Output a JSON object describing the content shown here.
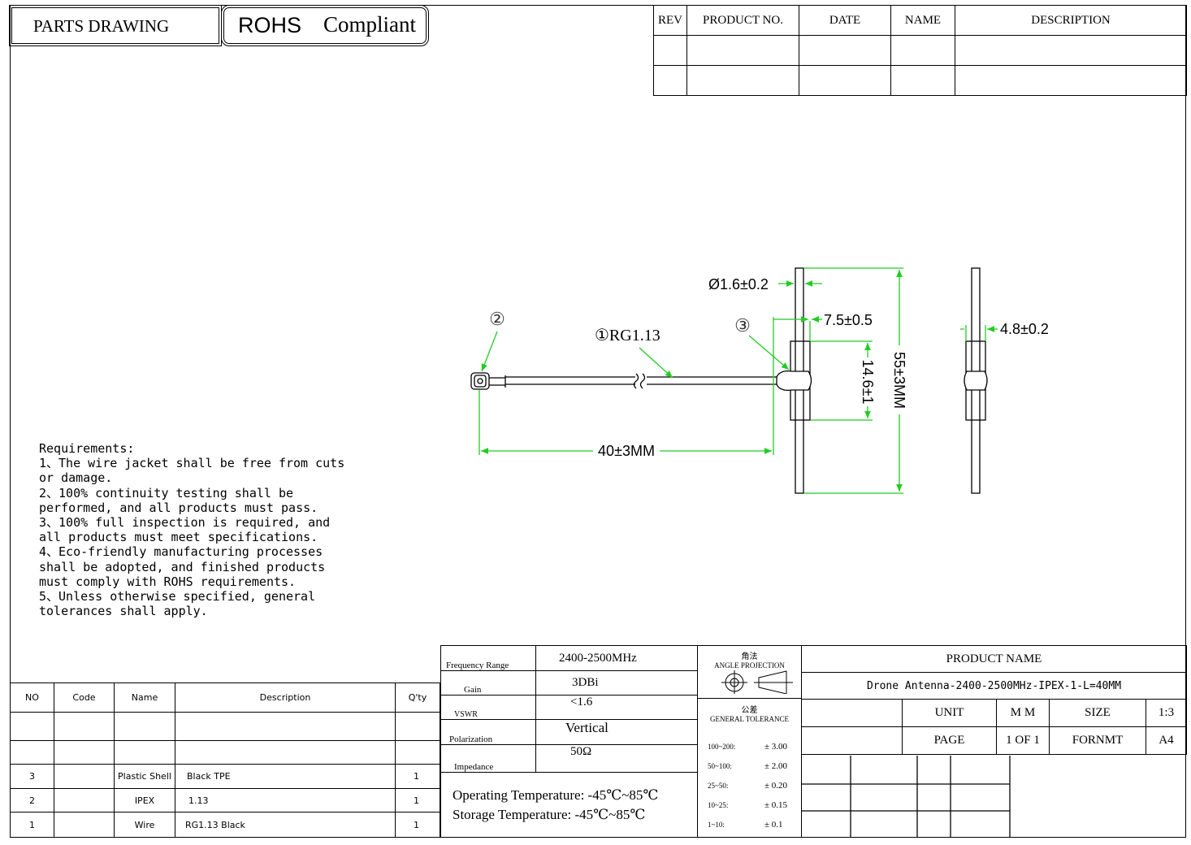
{
  "header": {
    "parts_drawing": "PARTS DRAWING",
    "rohs": "ROHS",
    "compliant": "Compliant"
  },
  "revision_table": {
    "headers": [
      "REV",
      "PRODUCT NO.",
      "DATE",
      "NAME",
      "DESCRIPTION"
    ],
    "rows": [
      [
        "",
        "",
        "",
        "",
        ""
      ],
      [
        "",
        "",
        "",
        "",
        ""
      ]
    ]
  },
  "drawing": {
    "callout_wire": "①RG1.13",
    "callout_ipex": "②",
    "callout_shell": "③",
    "dim_diameter": "Ø1.6±0.2",
    "dim_shell_width": "7.5±0.5",
    "dim_shell_length": "14.6±1",
    "dim_total_length": "55±3MM",
    "dim_cable_length": "40±3MM",
    "dim_side_width": "4.8±0.2"
  },
  "requirements": {
    "text": "Requirements:\n1、The wire jacket shall be free from cuts or damage.\n2、100% continuity testing shall be performed, and all products must pass.\n3、100% full inspection is required, and all products must meet specifications.\n4、Eco-friendly manufacturing processes shall be adopted, and finished products must comply with ROHS requirements.\n5、Unless otherwise specified, general tolerances shall apply."
  },
  "bom": {
    "headers": [
      "NO",
      "Code",
      "Name",
      "Description",
      "Q'ty"
    ],
    "rows": [
      {
        "no": "",
        "code": "",
        "name": "",
        "desc": "",
        "qty": ""
      },
      {
        "no": "",
        "code": "",
        "name": "",
        "desc": "",
        "qty": ""
      },
      {
        "no": "3",
        "code": "",
        "name": "Plastic Shell",
        "desc": "Black TPE",
        "qty": "1"
      },
      {
        "no": "2",
        "code": "",
        "name": "IPEX",
        "desc": "1.13",
        "qty": "1"
      },
      {
        "no": "1",
        "code": "",
        "name": "Wire",
        "desc": "RG1.13 Black",
        "qty": "1"
      }
    ]
  },
  "specs": {
    "rows": [
      {
        "label": "Frequency Range",
        "value": "2400-2500MHz"
      },
      {
        "label": "Gain",
        "value": "3DBi"
      },
      {
        "label": "VSWR",
        "value": "<1.6"
      },
      {
        "label": "Polarization",
        "value": "Vertical"
      },
      {
        "label": "Impedance",
        "value": "50Ω"
      }
    ],
    "operating_temp": "Operating Temperature: -45℃~85℃",
    "storage_temp": "Storage Temperature: -45℃~85℃"
  },
  "projection": {
    "cn": "角法",
    "en": "ANGLE PROJECTION"
  },
  "tolerance": {
    "cn": "公差",
    "en": "GENERAL TOLERANCE",
    "rows": [
      {
        "range": "100~200:",
        "tol": "± 3.00"
      },
      {
        "range": "50~100:",
        "tol": "± 2.00"
      },
      {
        "range": "25~50:",
        "tol": "± 0.20"
      },
      {
        "range": "10~25:",
        "tol": "± 0.15"
      },
      {
        "range": "1~10:",
        "tol": "± 0.1"
      }
    ]
  },
  "title_block": {
    "product_name_label": "PRODUCT NAME",
    "product_name": "Drone Antenna-2400-2500MHz-IPEX-1-L=40MM",
    "unit_label": "UNIT",
    "unit_value": "M M",
    "size_label": "SIZE",
    "scale": "1:3",
    "page_label": "PAGE",
    "page_value": "1 OF 1",
    "format_label": "FORNMT",
    "format_value": "A4"
  },
  "colors": {
    "dimension": "#22cc22",
    "line": "#000000"
  }
}
